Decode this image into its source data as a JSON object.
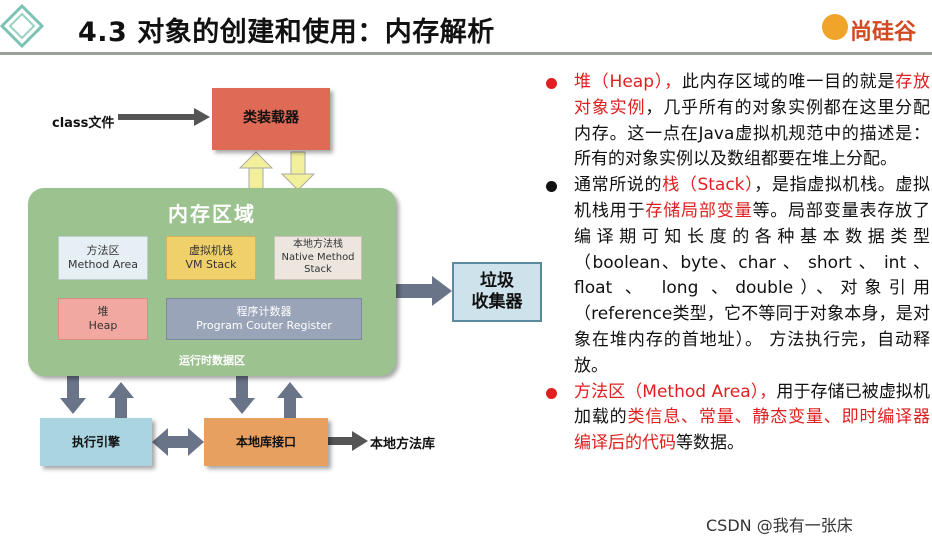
{
  "header": {
    "title": "4.3 对象的创建和使用：内存解析",
    "logo_text": "尚硅谷"
  },
  "diagram": {
    "class_file": "class文件",
    "class_loader": "类装载器",
    "memory_area_title": "内存区域",
    "method_area": {
      "cn": "方法区",
      "en": "Method Area"
    },
    "vm_stack": {
      "cn": "虚拟机栈",
      "en": "VM Stack"
    },
    "native_stack": {
      "cn": "本地方法栈",
      "en1": "Native Method",
      "en2": "Stack"
    },
    "heap": {
      "cn": "堆",
      "en": "Heap"
    },
    "pc_register": {
      "cn": "程序计数器",
      "en": "Program Couter Register"
    },
    "runtime_data_area": "运行时数据区",
    "gc": {
      "line1": "垃圾",
      "line2": "收集器"
    },
    "exec_engine": "执行引擎",
    "native_interface": "本地库接口",
    "native_library": "本地方法库"
  },
  "bullets": [
    {
      "color": "#e02020",
      "segments": [
        {
          "text": "堆（Heap），",
          "red": true
        },
        {
          "text": "此内存区域的唯一目的就是",
          "red": false
        },
        {
          "text": "存放对象实例",
          "red": true
        },
        {
          "text": "，几乎所有的对象实例都在这里分配内存。这一点在Java虚拟机规范中的描述是：所有的对象实例以及数组都要在堆上分配。",
          "red": false
        }
      ]
    },
    {
      "color": "#111111",
      "segments": [
        {
          "text": "通常所说的",
          "red": false
        },
        {
          "text": "栈（Stack）",
          "red": true
        },
        {
          "text": "，是指虚拟机栈。虚拟机栈用于",
          "red": false
        },
        {
          "text": "存储局部变量",
          "red": true
        },
        {
          "text": "等。局部变量表存放了编译期可知长度的各种基本数据类型（boolean、byte、char 、 short 、 int 、 float 、 long 、double）、对象引用（reference类型，它不等同于对象本身，是对象在堆内存的首地址）。 方法执行完，自动释放。",
          "red": false
        }
      ]
    },
    {
      "color": "#e02020",
      "segments": [
        {
          "text": "方法区（Method Area），",
          "red": true
        },
        {
          "text": "用于存储已被虚拟机加载的",
          "red": false
        },
        {
          "text": "类信息、常量、静态变量、即时编译器编译后的代码",
          "red": true
        },
        {
          "text": "等数据。",
          "red": false
        }
      ]
    }
  ],
  "watermark": "CSDN @我有一张床"
}
